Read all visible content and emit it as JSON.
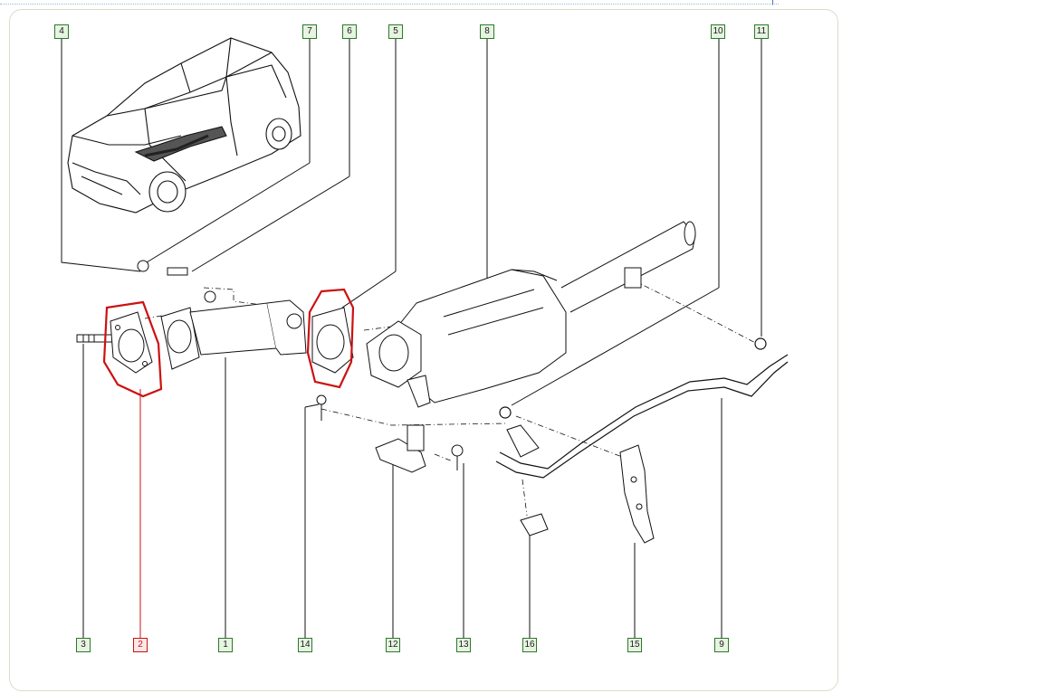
{
  "top_mark": "|",
  "labels": {
    "top": [
      "4",
      "7",
      "6",
      "5",
      "8",
      "10",
      "11"
    ],
    "bottom": [
      "3",
      "2",
      "1",
      "14",
      "12",
      "13",
      "16",
      "15",
      "9"
    ]
  },
  "colors": {
    "tag_border": "#2a7a2a",
    "tag_fill": "#e8f4e2",
    "highlight": "#cc1111",
    "line": "#111111"
  },
  "highlighted_parts": [
    "2"
  ]
}
